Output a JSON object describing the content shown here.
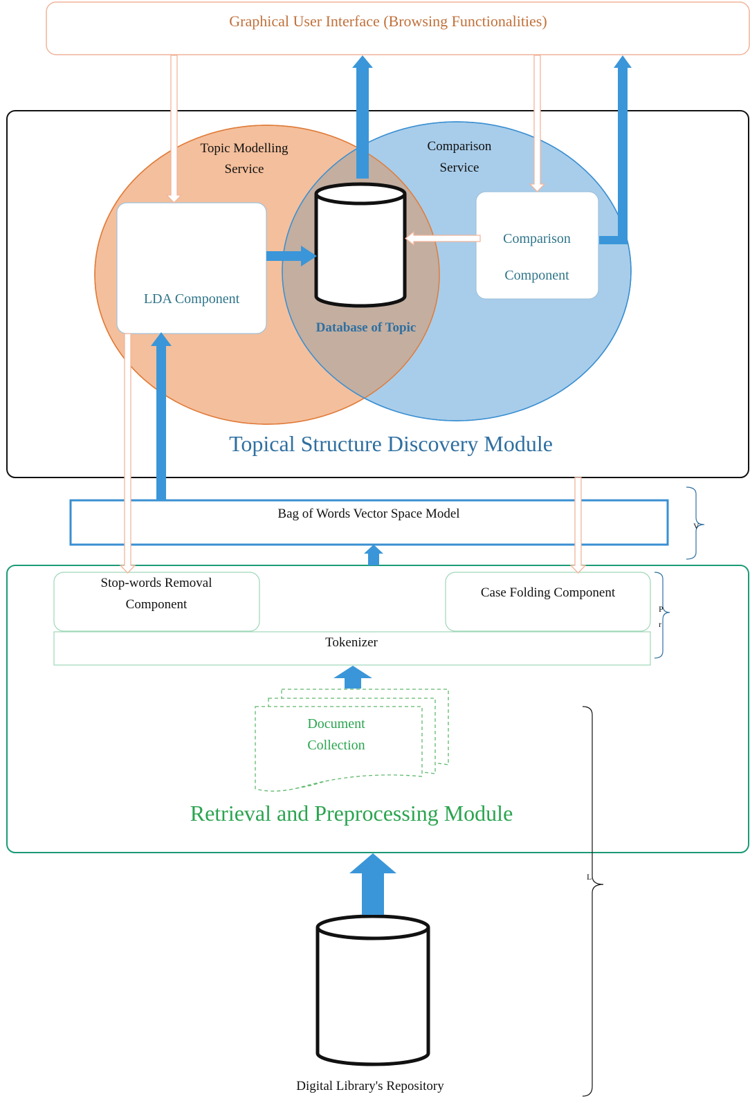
{
  "gui": {
    "title": "Graphical User Interface (Browsing Functionalities)"
  },
  "topical_module": {
    "title": "Topical Structure Discovery Module",
    "topic_service": {
      "line1": "Topic Modelling",
      "line2": "Service"
    },
    "comparison_service": {
      "line1": "Comparison",
      "line2": "Service"
    },
    "lda_component": "LDA Component",
    "comparison_component": {
      "line1": "Comparison",
      "line2": "Component"
    },
    "topic_db": "Database of Topic"
  },
  "bag_of_words": "Bag of Words Vector Space Model",
  "retrieval_module": {
    "title": "Retrieval and Preprocessing Module",
    "stopwords": {
      "line1": "Stop-words Removal",
      "line2": "Component"
    },
    "case_folding": "Case Folding Component",
    "tokenizer": "Tokenizer",
    "documents": {
      "line1": "Document",
      "line2": "Collection"
    }
  },
  "repository": "Digital Library's Repository",
  "brace_marks": {
    "v": "V",
    "p": "P",
    "r": "r",
    "l": "L"
  },
  "colors": {
    "orange_text": "#c0703a",
    "orange_fill": "#f4bf9c",
    "blue_fill": "#a8cdea",
    "overlap_fill": "#c3aea0",
    "blue_arrow": "#3a96d8",
    "teal_text": "#2e7489",
    "green": "#2aa44f",
    "module_blue": "#2f6fa0",
    "pale_arrow": "#f2b49a"
  }
}
